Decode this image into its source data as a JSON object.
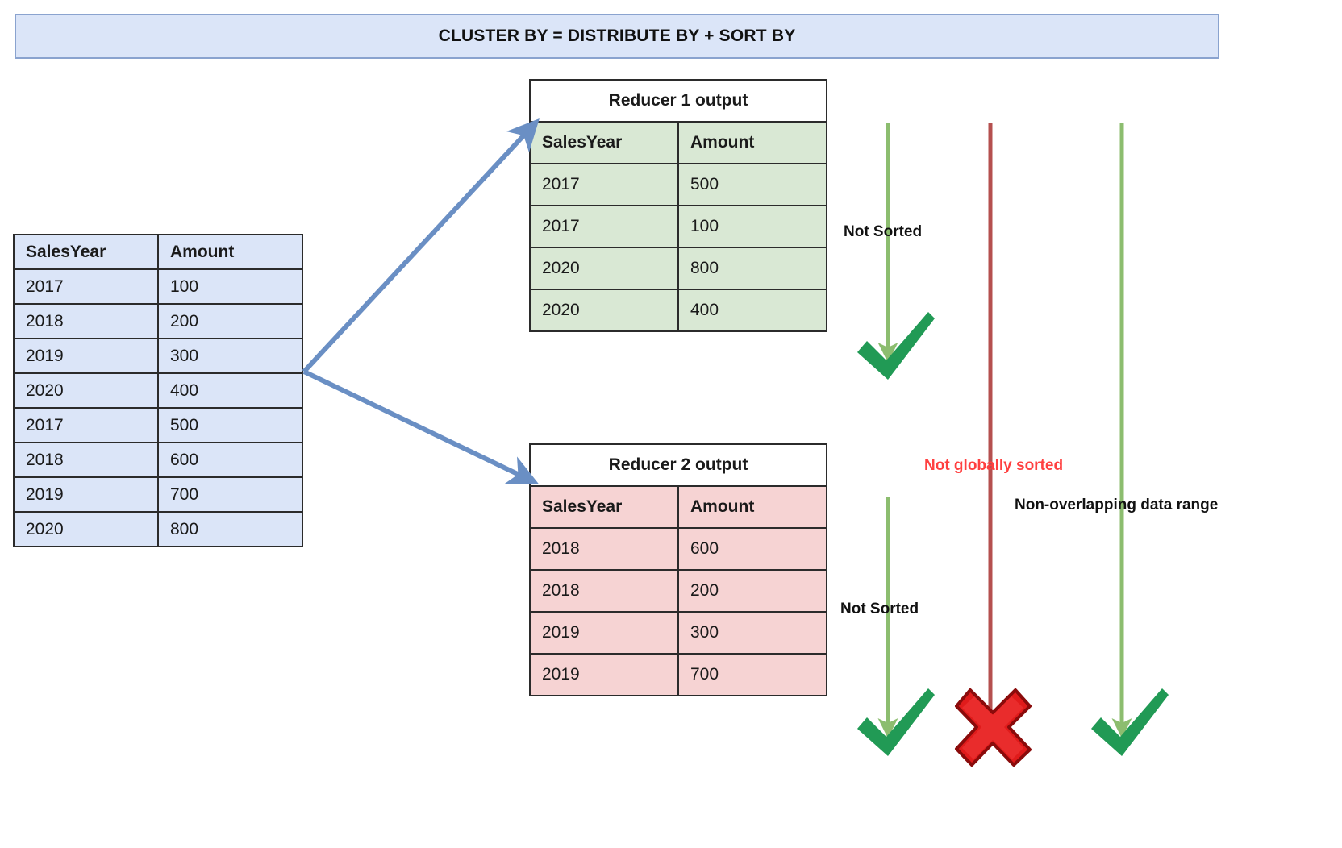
{
  "banner": {
    "title": "CLUSTER BY = DISTRIBUTE BY + SORT BY"
  },
  "input_table": {
    "name": "input-table",
    "columns": [
      "SalesYear",
      "Amount"
    ],
    "rows": [
      [
        "2017",
        "100"
      ],
      [
        "2018",
        "200"
      ],
      [
        "2019",
        "300"
      ],
      [
        "2020",
        "400"
      ],
      [
        "2017",
        "500"
      ],
      [
        "2018",
        "600"
      ],
      [
        "2019",
        "700"
      ],
      [
        "2020",
        "800"
      ]
    ]
  },
  "reducer1": {
    "caption": "Reducer 1 output",
    "columns": [
      "SalesYear",
      "Amount"
    ],
    "rows": [
      [
        "2017",
        "500"
      ],
      [
        "2017",
        "100"
      ],
      [
        "2020",
        "800"
      ],
      [
        "2020",
        "400"
      ]
    ]
  },
  "reducer2": {
    "caption": "Reducer 2 output",
    "columns": [
      "SalesYear",
      "Amount"
    ],
    "rows": [
      [
        "2018",
        "600"
      ],
      [
        "2018",
        "200"
      ],
      [
        "2019",
        "300"
      ],
      [
        "2019",
        "700"
      ]
    ]
  },
  "annotations": {
    "not_sorted_1": "Not Sorted",
    "not_sorted_2": "Not Sorted",
    "not_globally_sorted": "Not globally sorted",
    "non_overlapping": "Non-overlapping data range"
  },
  "marks": {
    "check_1": "check-mark",
    "check_2": "check-mark",
    "cross": "cross-mark",
    "check_3": "check-mark"
  },
  "colors": {
    "banner_fill": "#dbe5f8",
    "banner_border": "#8aa3cf",
    "input_fill": "#dbe5f8",
    "reducer1_fill": "#d9e8d4",
    "reducer2_fill": "#f6d3d3",
    "table_border": "#2b2b2b",
    "branch_arrow": "#6a8fc4",
    "green_arrow": "#8cbd6f",
    "red_arrow": "#b5504f",
    "check_green": "#219a55",
    "cross_red": "#e01b1b",
    "alert_red": "#ff4040"
  }
}
